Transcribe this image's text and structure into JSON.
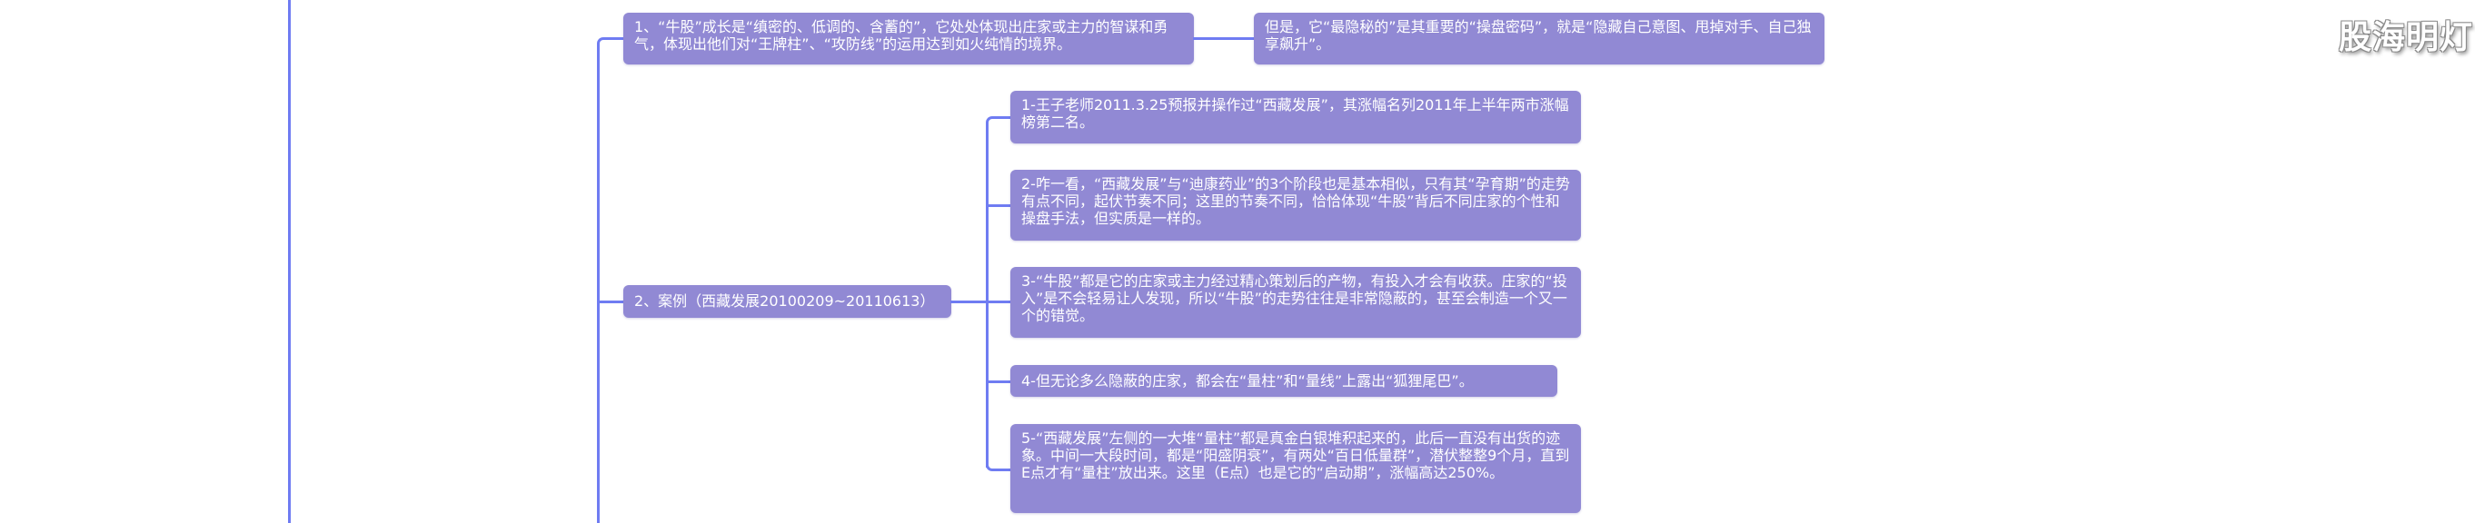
{
  "watermark": "股海明灯",
  "colors": {
    "connector": "#6f7cf2",
    "node_fill": "#9189d4",
    "node_text": "#ffffff",
    "background": "#ffffff"
  },
  "mindmap": {
    "level1": [
      {
        "id": "n1",
        "text": "1、“牛股”成长是“缜密的、低调的、含蓄的”，它处处体现出庄家或主力的智谋和勇气，体现出他们对“王牌柱”、“攻防线”的运用达到如火纯情的境界。",
        "children": [
          {
            "id": "n1a",
            "text": "但是，它“最隐秘的”是其重要的“操盘密码”，就是“隐藏自己意图、甩掉对手、自己独享飙升”。"
          }
        ]
      },
      {
        "id": "n2",
        "text": "2、案例（西藏发展20100209~20110613）",
        "children": [
          {
            "id": "n2a",
            "text": "1-王子老师2011.3.25预报并操作过“西藏发展”，其涨幅名列2011年上半年两市涨幅榜第二名。"
          },
          {
            "id": "n2b",
            "text": "2-咋一看，“西藏发展”与“迪康药业”的3个阶段也是基本相似，只有其“孕育期”的走势有点不同，起伏节奏不同；这里的节奏不同，恰恰体现“牛股”背后不同庄家的个性和操盘手法，但实质是一样的。"
          },
          {
            "id": "n2c",
            "text": "3-“牛股”都是它的庄家或主力经过精心策划后的产物，有投入才会有收获。庄家的“投入”是不会轻易让人发现，所以“牛股”的走势往往是非常隐蔽的，甚至会制造一个又一个的错觉。"
          },
          {
            "id": "n2d",
            "text": "4-但无论多么隐蔽的庄家，都会在“量柱”和“量线”上露出“狐狸尾巴”。"
          },
          {
            "id": "n2e",
            "text": "5-“西藏发展”左侧的一大堆“量柱”都是真金白银堆积起来的，此后一直没有出货的迹象。中间一大段时间，都是“阳盛阴衰”，有两处“百日低量群”，潜伏整整9个月，直到E点才有“量柱”放出来。这里（E点）也是它的“启动期”，涨幅高达250%。"
          }
        ]
      }
    ]
  }
}
